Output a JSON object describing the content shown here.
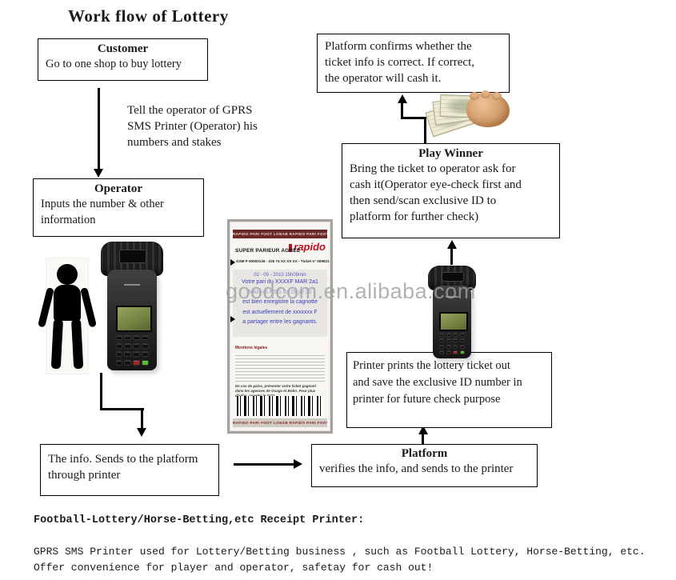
{
  "page": {
    "title": "Work flow of Lottery"
  },
  "flow": {
    "customer": {
      "title": "Customer",
      "line": "Go to one shop to buy lottery"
    },
    "tell_note": {
      "lines": [
        "Tell the operator of GPRS",
        "SMS Printer (Operator) his",
        "numbers and stakes"
      ]
    },
    "platform_confirms": {
      "lines": [
        "Platform confirms whether the",
        "ticket info is correct. If correct,",
        "the operator will cash it."
      ]
    },
    "play_winner": {
      "title": "Play Winner",
      "lines": [
        "Bring the ticket to operator ask for",
        "cash it(Operator eye-check first and",
        "then send/scan exclusive ID to",
        "platform for further check)"
      ]
    },
    "operator": {
      "title": "Operator",
      "lines": [
        "Inputs the number & other",
        "information"
      ]
    },
    "info_send": {
      "lines": [
        "The info. Sends to the platform",
        "through printer"
      ]
    },
    "printer_prints": {
      "lines": [
        "Printer prints the lottery ticket out",
        "and save the exclusive ID number in",
        "printer for future check purpose"
      ]
    },
    "platform_verifies": {
      "title": "Platform",
      "line": "verifies the info, and sends to the printer"
    }
  },
  "ticket": {
    "edge_top": "RAPIDO PARI FOOT LONAB   RAPIDO PARI FOOT LONAB",
    "agree": "SUPER PARIEUR AGREE",
    "brand": "rapido",
    "gsm_line": "GSM P 00000136 - 226 74 XX XX XX - Ticket n° 009621",
    "date_line": "02 - 09 - 2010   15h08min",
    "body_lines": [
      "Votre pari du XXXXF MAR 2a1",
      "MAR vs PSG du 28 jui 10",
      "est bien enregistre la cagnotte",
      "est actuellement de xxxxxxx F",
      "a partager entre les gagnants."
    ],
    "legal_title": "Mentions légales",
    "legal_note": "En cas de gains, présenter votre ticket gagnant dans les agences de Ouaga et Bobo. Pour plus d'infos, appeler le 3173",
    "edge_bottom": "RAPIDO  PARI FOOT LONAB    RAPIDO  PARI FOOT LONAB"
  },
  "watermark": "goodcom.en.alibaba.com",
  "footer": {
    "heading": "Football-Lottery/Horse-Betting,etc Receipt Printer:",
    "line1": "GPRS SMS Printer used for Lottery/Betting business , such as Football Lottery, Horse-Betting, etc.",
    "line2": "Offer convenience for player and operator, safetay for cash out!"
  },
  "colors": {
    "accent_red": "#c1121f",
    "ticket_maroon": "#6b2a28",
    "lcd_green": "#7c8d4c",
    "key_green": "#57ba2d",
    "key_red": "#a62121",
    "watermark_gray": "#a0a0a0"
  }
}
